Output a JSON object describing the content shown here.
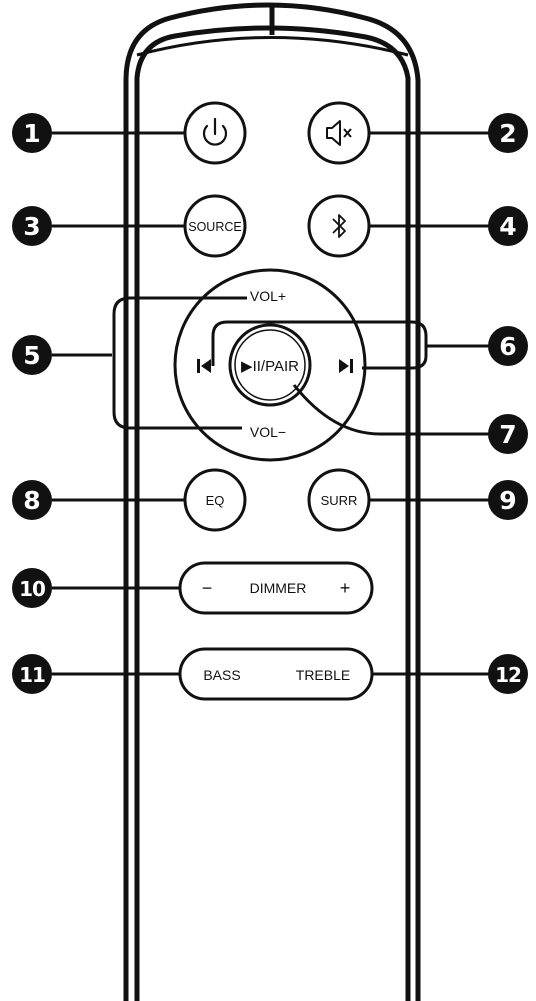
{
  "remote": {
    "buttons": {
      "power": {
        "icon": "power-icon"
      },
      "mute": {
        "icon": "mute-icon"
      },
      "source": {
        "label": "SOURCE"
      },
      "bluetooth": {
        "icon": "bluetooth-icon"
      },
      "vol_up": {
        "label": "VOL+"
      },
      "vol_down": {
        "label": "VOL−"
      },
      "prev": {
        "icon": "skip-previous-icon"
      },
      "next": {
        "icon": "skip-next-icon"
      },
      "play_pair": {
        "label": "▶II/PAIR"
      },
      "eq": {
        "label": "EQ"
      },
      "surr": {
        "label": "SURR"
      },
      "dimmer": {
        "label": "DIMMER",
        "minus": "−",
        "plus": "+"
      },
      "bass": {
        "label": "BASS"
      },
      "treble": {
        "label": "TREBLE"
      }
    }
  },
  "callouts": [
    "1",
    "2",
    "3",
    "4",
    "5",
    "6",
    "7",
    "8",
    "9",
    "10",
    "11",
    "12"
  ],
  "colors": {
    "outline": "#111111",
    "callout_fill": "#111111",
    "callout_text": "#ffffff"
  }
}
